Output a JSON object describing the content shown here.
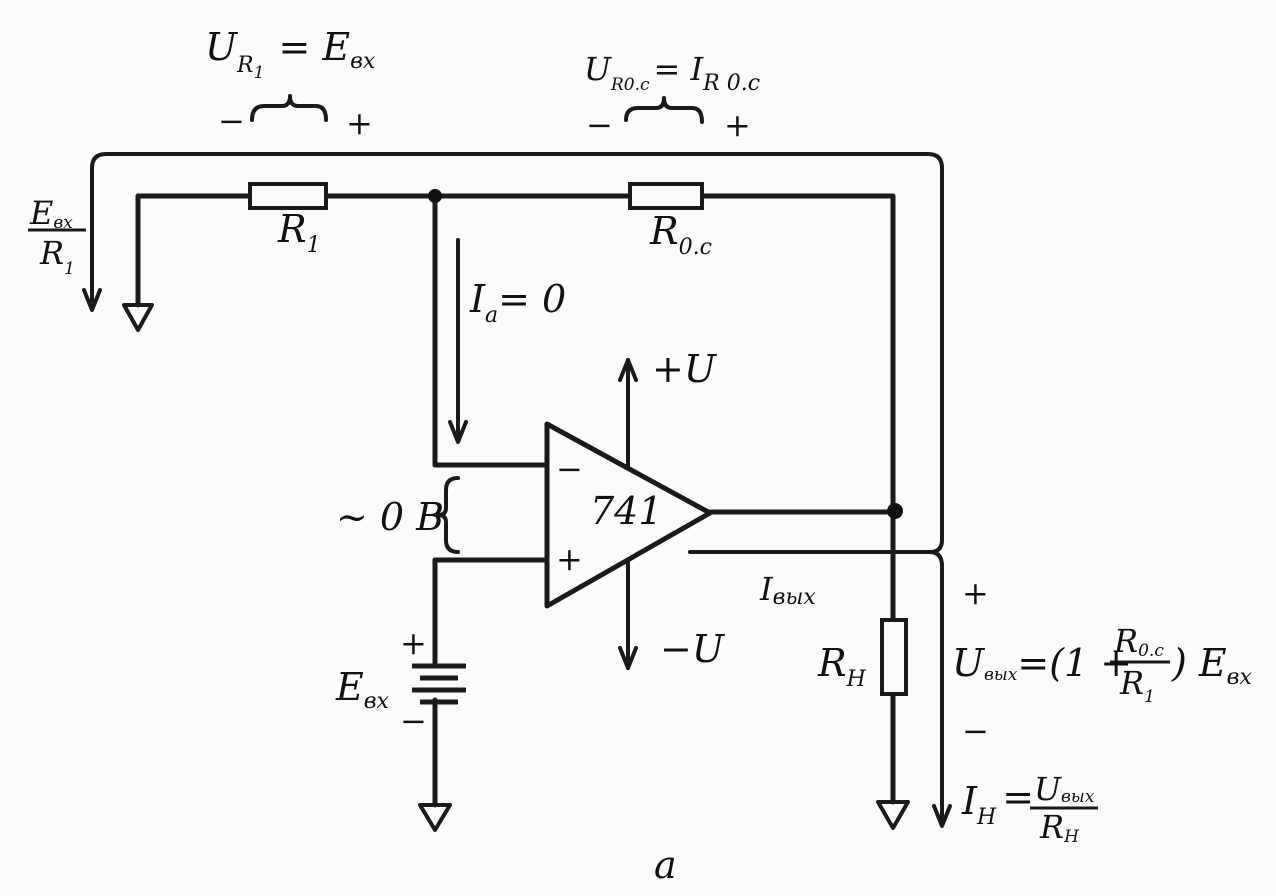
{
  "figure_label": "a",
  "opamp": {
    "model": "741",
    "inv_sign": "−",
    "noninv_sign": "+"
  },
  "supply": {
    "pos": "+U",
    "neg": "−U"
  },
  "resistors": {
    "r1": "R",
    "r1_sub": "1",
    "rfb": "R",
    "rfb_sub": "0.c",
    "rload": "R",
    "rload_sub": "H"
  },
  "source": {
    "label": "E",
    "sub": "вх",
    "plus": "+",
    "minus": "−"
  },
  "annotations": {
    "ur1_U": "U",
    "ur1_sub": "R",
    "ur1_subsub": "1",
    "ur1_eq": "= E",
    "ur1_eqsub": "вх",
    "ur1_minus": "−",
    "ur1_plus": "+",
    "urfb_U": "U",
    "urfb_sub": "R0.c",
    "urfb_eq": "= I",
    "urfb_eqsub": "R 0.c",
    "urfb_minus": "−",
    "urfb_plus": "+",
    "input_current_num": "E",
    "input_current_num_sub": "вх",
    "input_current_den": "R",
    "input_current_den_sub": "1",
    "ia": "I",
    "ia_sub": "a",
    "ia_eq": "= 0",
    "zero_volt": "~ 0 B",
    "iout": "I",
    "iout_sub": "вых",
    "uout_plus": "+",
    "uout_minus": "−",
    "uout_U": "U",
    "uout_sub": "вых",
    "uout_eq": "=(1 +",
    "uout_num": "R",
    "uout_num_sub": "0.c",
    "uout_den": "R",
    "uout_den_sub": "1",
    "uout_close": ") E",
    "uout_close_sub": "вх",
    "ih_I": "I",
    "ih_sub": "H",
    "ih_eq": "=",
    "ih_num": "U",
    "ih_num_sub": "вых",
    "ih_den": "R",
    "ih_den_sub": "H"
  }
}
